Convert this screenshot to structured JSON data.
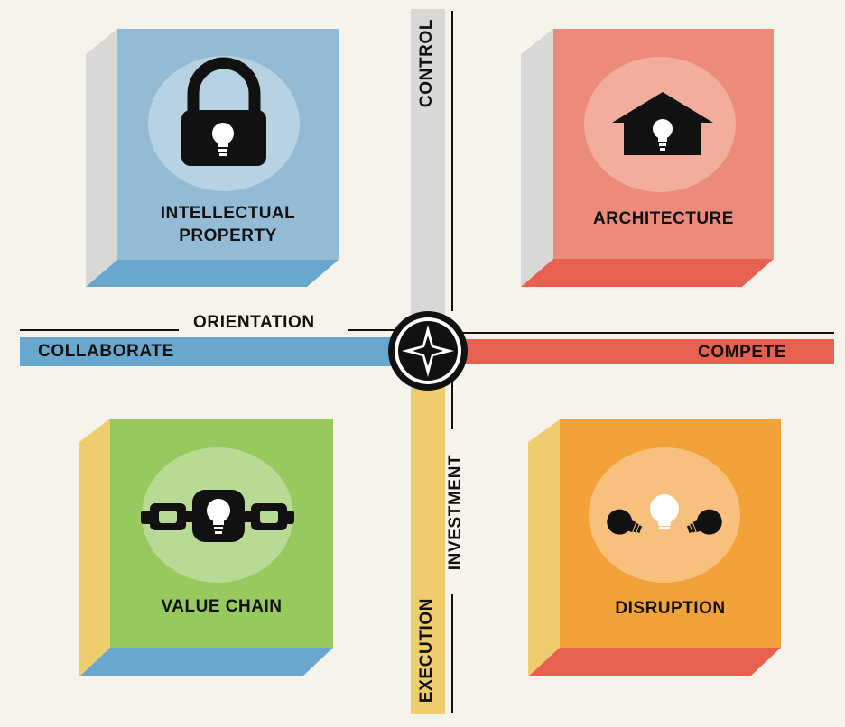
{
  "axes": {
    "top": "CONTROL",
    "bottom": "EXECUTION",
    "left": "COLLABORATE",
    "right": "COMPETE",
    "horizontal_title": "ORIENTATION",
    "vertical_title": "INVESTMENT"
  },
  "quadrants": {
    "top_left": {
      "label": "INTELLECTUAL\nPROPERTY",
      "icon": "lock-lightbulb-icon",
      "face_color": "#93bbd5",
      "side_color": "#d8d8d6",
      "base_color": "#6aa7cf",
      "circle_color": "#b6d2e3"
    },
    "top_right": {
      "label": "ARCHITECTURE",
      "icon": "house-lightbulb-icon",
      "face_color": "#ec8b79",
      "side_color": "#d8d8d6",
      "base_color": "#e8604f",
      "circle_color": "#f2ad9c"
    },
    "bottom_left": {
      "label": "VALUE CHAIN",
      "icon": "chain-lightbulb-icon",
      "face_color": "#97c95e",
      "side_color": "#f0cd6c",
      "base_color": "#6aa7cf",
      "circle_color": "#b8da94"
    },
    "bottom_right": {
      "label": "DISRUPTION",
      "icon": "lightbulbs-icon",
      "face_color": "#f3a23a",
      "side_color": "#f0cd6c",
      "base_color": "#e8604f",
      "circle_color": "#f7c07d"
    }
  },
  "colors": {
    "background": "#f6f3ec",
    "collaborate_bar": "#6aa7cf",
    "compete_bar": "#e8604f",
    "control_bar": "#d8d8d6",
    "execution_bar": "#f0cd6c",
    "compass": "#111111"
  }
}
